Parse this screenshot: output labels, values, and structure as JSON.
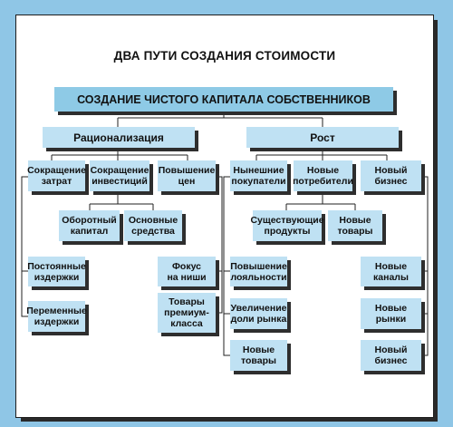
{
  "title": "ДВА ПУТИ СОЗДАНИЯ СТОИМОСТИ",
  "root": "СОЗДАНИЕ ЧИСТОГО КАПИТАЛА СОБСТВЕННИКОВ",
  "branch_rational": "Рационализация",
  "branch_growth": "Рост",
  "rational": {
    "cost_cut": "Сокращение\nзатрат",
    "invest_cut": "Сокращение\nинвестиций",
    "price_up": "Повышение\nцен",
    "working_capital": "Оборотный\nкапитал",
    "fixed_assets": "Основные\nсредства",
    "fixed_costs": "Постоянные\nиздержки",
    "variable_costs": "Переменные\nиздержки",
    "niche_focus": "Фокус\nна ниши",
    "premium_goods": "Товары\nпремиум-\nкласса"
  },
  "growth": {
    "current_buyers": "Нынешние\nпокупатели",
    "new_consumers": "Новые\nпотребители",
    "new_business": "Новый\nбизнес",
    "existing_products": "Существующие\nпродукты",
    "new_goods": "Новые\nтовары",
    "loyalty_up": "Повышение\nлояльности",
    "share_up": "Увеличение\nдоли рынка",
    "new_goods_2": "Новые\nтовары",
    "new_channels": "Новые\nканалы",
    "new_markets": "Новые\nрынки",
    "new_business_2": "Новый\nбизнес"
  }
}
